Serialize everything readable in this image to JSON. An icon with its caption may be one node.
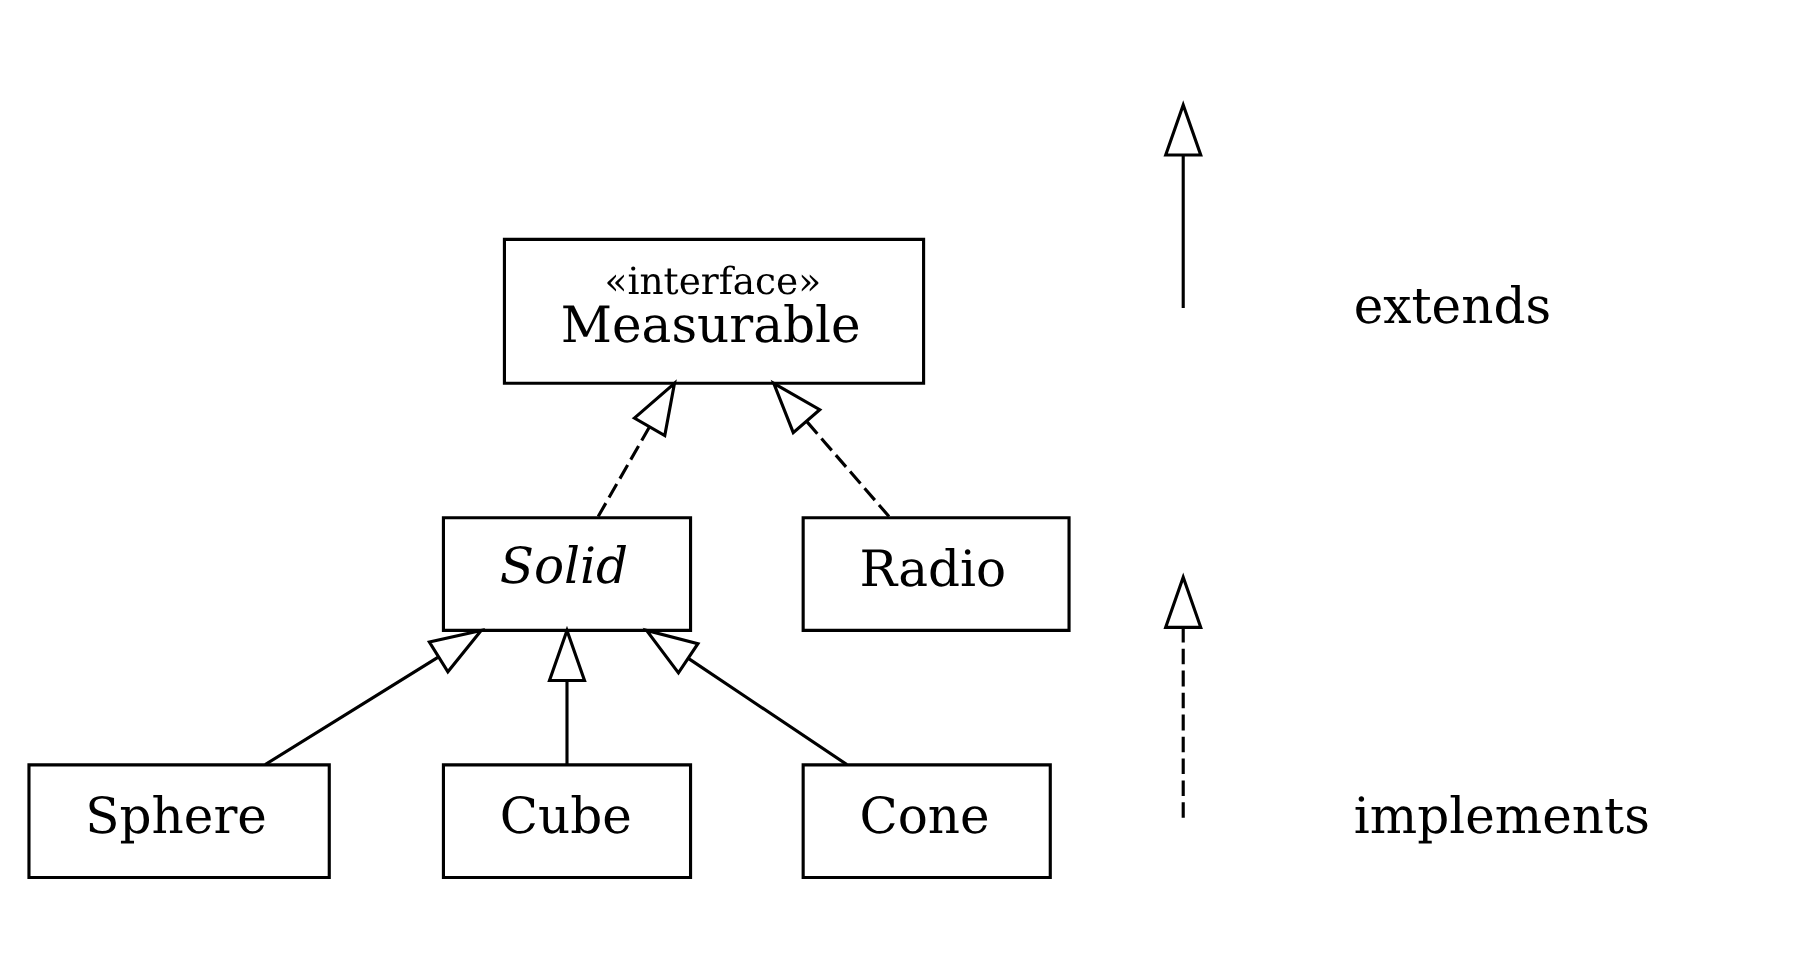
{
  "diagram": {
    "nodes": [
      {
        "text": [
          "«interface»",
          "Measurable"
        ]
      },
      {
        "text": [
          "Solid"
        ]
      },
      {
        "text": [
          "Radio"
        ]
      },
      {
        "text": [
          "Sphere"
        ]
      },
      {
        "text": [
          "Cube"
        ]
      },
      {
        "text": [
          "Cone"
        ]
      }
    ],
    "edges": [
      {
        "from": 1,
        "to": 0,
        "arrow": "to",
        "style": "dashed"
      },
      {
        "from": 2,
        "to": 0,
        "arrow": "to",
        "style": "dashed"
      },
      {
        "from": 3,
        "to": 1,
        "arrow": "to"
      },
      {
        "from": 4,
        "to": 1,
        "arrow": "to"
      },
      {
        "from": 5,
        "to": 1,
        "arrow": "to"
      }
    ],
    "legend": [
      {
        "text": "extends"
      },
      {
        "text": "implements"
      }
    ]
  }
}
